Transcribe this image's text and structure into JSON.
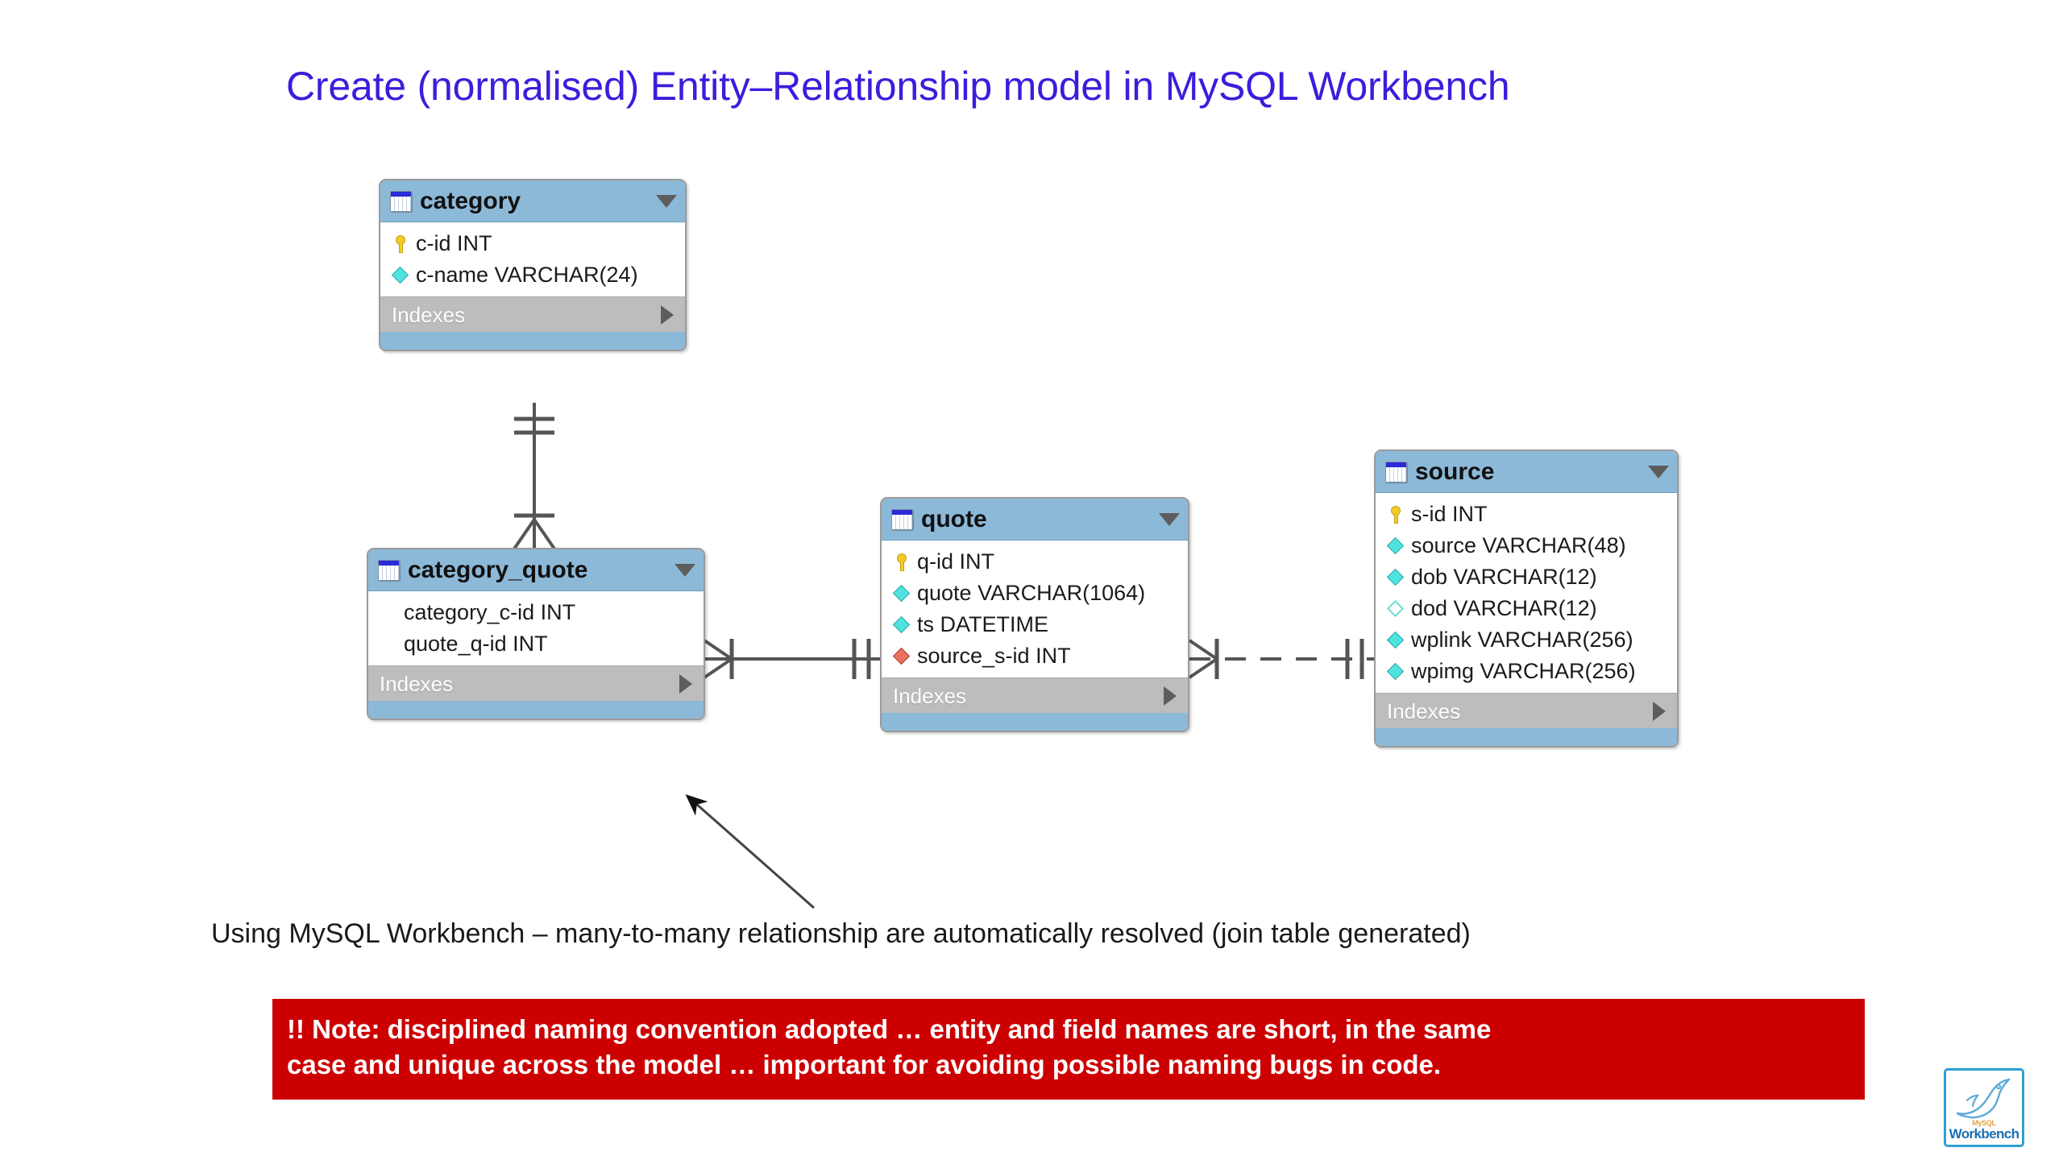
{
  "slide": {
    "title": "Create (normalised) Entity–Relationship model in MySQL Workbench",
    "title_color": "#3b1ddc",
    "background": "#ffffff"
  },
  "diagram": {
    "tool": "MySQL Workbench EER diagram",
    "header_color": "#8db9d8",
    "indexes_bar_color": "#bdbdbd",
    "indexes_label": "Indexes",
    "tables": [
      {
        "name": "category",
        "icon": "table-icon",
        "chevron": "chevron-down-icon",
        "fields": [
          {
            "label": "c-id INT",
            "icon": "primary-key-icon"
          },
          {
            "label": "c-name VARCHAR(24)",
            "icon": "column-filled-diamond-icon"
          }
        ],
        "indexes_label": "Indexes",
        "indexes_arrow": "chevron-right-icon"
      },
      {
        "name": "category_quote",
        "icon": "table-icon",
        "chevron": "chevron-down-icon",
        "fields": [
          {
            "label": "category_c-id INT",
            "icon": "none"
          },
          {
            "label": "quote_q-id INT",
            "icon": "none"
          }
        ],
        "indexes_label": "Indexes",
        "indexes_arrow": "chevron-right-icon"
      },
      {
        "name": "quote",
        "icon": "table-icon",
        "chevron": "chevron-down-icon",
        "fields": [
          {
            "label": "q-id INT",
            "icon": "primary-key-icon"
          },
          {
            "label": "quote VARCHAR(1064)",
            "icon": "column-filled-diamond-icon"
          },
          {
            "label": "ts DATETIME",
            "icon": "column-filled-diamond-icon"
          },
          {
            "label": "source_s-id INT",
            "icon": "foreign-key-diamond-icon"
          }
        ],
        "indexes_label": "Indexes",
        "indexes_arrow": "chevron-right-icon"
      },
      {
        "name": "source",
        "icon": "table-icon",
        "chevron": "chevron-down-icon",
        "fields": [
          {
            "label": "s-id INT",
            "icon": "primary-key-icon"
          },
          {
            "label": "source VARCHAR(48)",
            "icon": "column-filled-diamond-icon"
          },
          {
            "label": "dob VARCHAR(12)",
            "icon": "column-filled-diamond-icon"
          },
          {
            "label": "dod VARCHAR(12)",
            "icon": "column-nullable-diamond-icon"
          },
          {
            "label": "wplink VARCHAR(256)",
            "icon": "column-filled-diamond-icon"
          },
          {
            "label": "wpimg VARCHAR(256)",
            "icon": "column-filled-diamond-icon"
          }
        ],
        "indexes_label": "Indexes",
        "indexes_arrow": "chevron-right-icon"
      }
    ],
    "relationships": [
      {
        "from": "category",
        "to": "category_quote",
        "line": "solid",
        "from_cardinality": "one-and-only-one",
        "to_cardinality": "zero-or-many"
      },
      {
        "from": "category_quote",
        "to": "quote",
        "line": "solid",
        "from_cardinality": "zero-or-many",
        "to_cardinality": "one-and-only-one"
      },
      {
        "from": "quote",
        "to": "source",
        "line": "dashed",
        "from_cardinality": "zero-or-many",
        "to_cardinality": "one-and-only-one"
      }
    ]
  },
  "caption": "Using MySQL Workbench – many-to-many relationship are automatically resolved (join table generated)",
  "note": {
    "background": "#cc0000",
    "text_color": "#ffffff",
    "line1": "!! Note: disciplined naming convention adopted … entity and field names are short, in the same",
    "line2": "case and unique across the model … important for avoiding possible naming bugs in code."
  },
  "logo": {
    "mysql": "MySQL",
    "workbench": "Workbench",
    "border_color": "#2e9fd4"
  }
}
